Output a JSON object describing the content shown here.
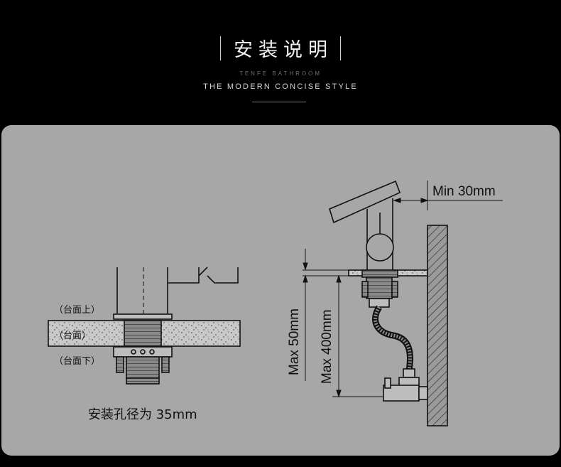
{
  "header": {
    "title": "安装说明",
    "subtitle_brand": "TENFE BATHROOM",
    "subtitle_tagline": "THE MODERN CONCISE STYLE"
  },
  "diagram_left": {
    "label_top": "（台面上）",
    "label_mid": "（台面）",
    "label_bottom": "（台面下）",
    "caption": "安装孔径为 35mm"
  },
  "diagram_right": {
    "dim_min": "Min 30mm",
    "dim_max50": "Max 50mm",
    "dim_max400": "Max 400mm"
  },
  "colors": {
    "background": "#000000",
    "panel": "#a7a7a7",
    "line": "#111111"
  }
}
